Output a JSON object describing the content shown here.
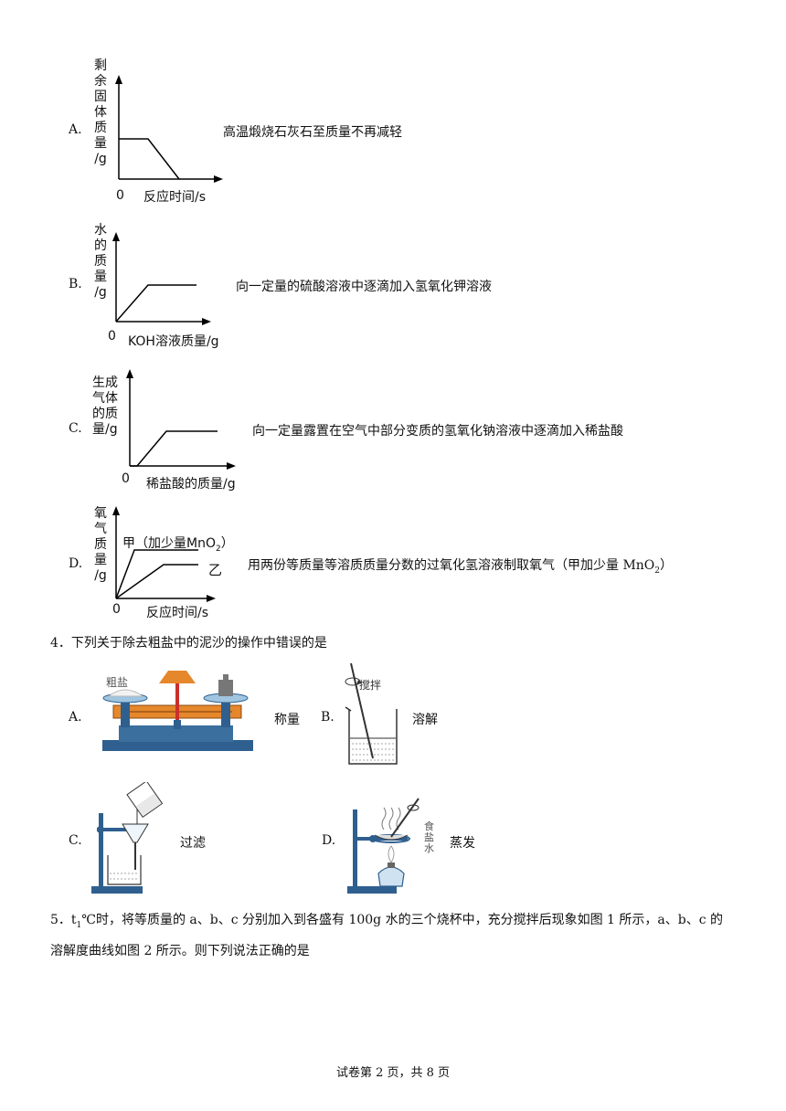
{
  "graph_options": [
    {
      "letter": "A.",
      "y_label_lines": [
        "剩",
        "余",
        "固",
        "体",
        "质",
        "量",
        "/g"
      ],
      "origin": "0",
      "x_label": "反应时间/s",
      "description": "高温煅烧石灰石至质量不再减轻"
    },
    {
      "letter": "B.",
      "y_label_lines": [
        "水",
        "的",
        "质",
        "量",
        "/g"
      ],
      "origin": "0",
      "x_label": "KOH溶液质量/g",
      "description": "向一定量的硫酸溶液中逐滴加入氢氧化钾溶液"
    },
    {
      "letter": "C.",
      "y_label_lines": [
        "生成",
        "气体",
        "的质",
        "量/g"
      ],
      "origin": "0",
      "x_label": "稀盐酸的质量/g",
      "description": "向一定量露置在空气中部分变质的氢氧化钠溶液中逐滴加入稀盐酸"
    },
    {
      "letter": "D.",
      "y_label_lines": [
        "氧",
        "气",
        "质",
        "量",
        "/g"
      ],
      "origin": "0",
      "x_label": "反应时间/s",
      "curve_label_jia": "甲（加少量MnO",
      "curve_label_jia_sub": "2",
      "curve_label_jia_end": "）",
      "curve_label_yi": "乙",
      "description": "用两份等质量等溶质质量分数的过氧化氢溶液制取氧气（甲加少量 MnO",
      "description_sub": "2",
      "description_end": "）"
    }
  ],
  "question4": {
    "text": "4．下列关于除去粗盐中的泥沙的操作中错误的是",
    "options": [
      {
        "letter": "A.",
        "label": "称量",
        "apparatus_text": "粗盐"
      },
      {
        "letter": "B.",
        "label": "溶解",
        "apparatus_text": "搅拌"
      },
      {
        "letter": "C.",
        "label": "过滤"
      },
      {
        "letter": "D.",
        "label": "蒸发",
        "apparatus_text": "食盐水"
      }
    ]
  },
  "question5": {
    "line1": "5．t",
    "line1_sub": "1",
    "line1_rest": "℃时，将等质量的 a、b、c 分别加入到各盛有 100g 水的三个烧杯中，充分搅拌后现象如图 1 所示，a、b、c 的",
    "line2": "溶解度曲线如图 2 所示。则下列说法正确的是"
  },
  "footer": "试卷第 2 页，共 8 页",
  "colors": {
    "apparatus_blue": "#2f5f8f",
    "balance_orange": "#e5872b",
    "balance_red": "#c9302c"
  }
}
